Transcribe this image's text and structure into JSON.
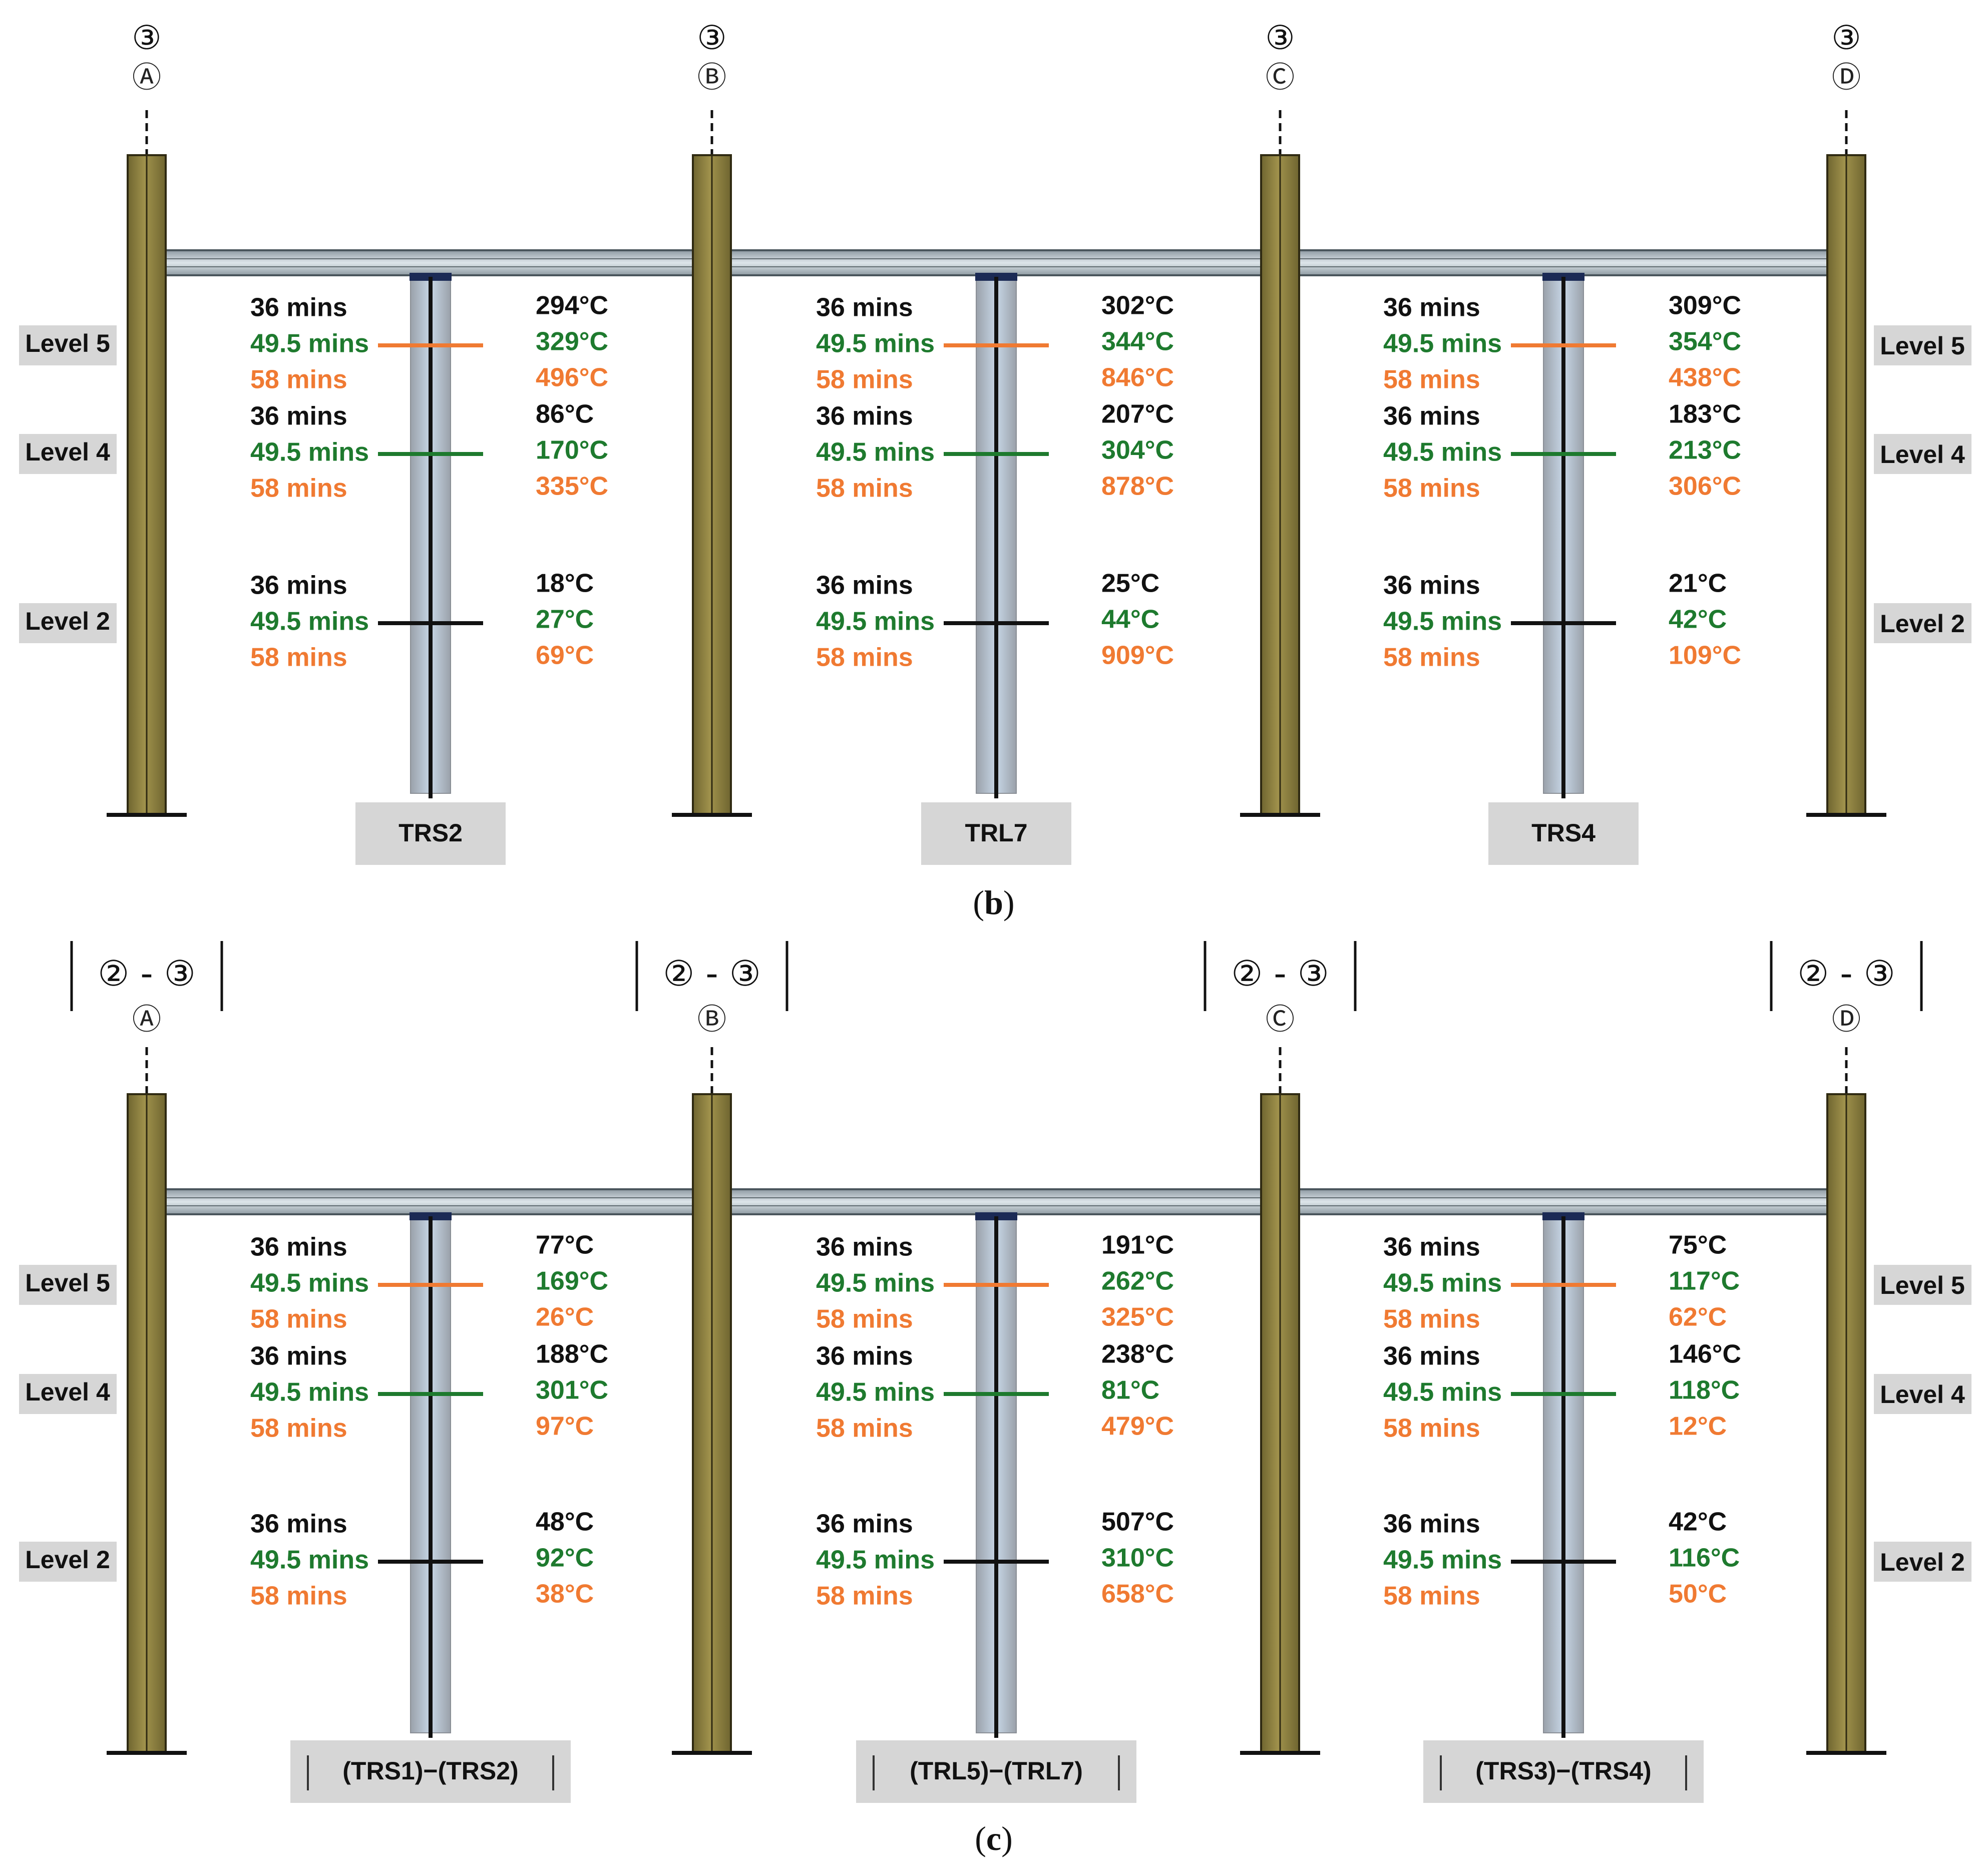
{
  "colors": {
    "t36": "#111111",
    "t49": "#1e7a2e",
    "t58": "#f07a32",
    "column": "#8b7d3e",
    "beam": "#b9c5cc",
    "sensor": "#a9b7c8",
    "label_bg": "#d6d6d6"
  },
  "panels": [
    {
      "caption_open": "(",
      "caption_letter": "b",
      "caption_close": ")",
      "absolute_brackets": false,
      "grid_markers": [
        {
          "num": "③",
          "letter": "Ⓐ"
        },
        {
          "num": "③",
          "letter": "Ⓑ"
        },
        {
          "num": "③",
          "letter": "Ⓒ"
        },
        {
          "num": "③",
          "letter": "Ⓓ"
        }
      ],
      "level_labels_left": [
        "Level 5",
        "Level 4",
        "Level 2"
      ],
      "level_labels_right": [
        "Level 5",
        "Level 4",
        "Level 2"
      ],
      "sensors": [
        {
          "name": "TRS2",
          "levels": [
            {
              "times": [
                "36 mins",
                "49.5 mins",
                "58 mins"
              ],
              "temps": [
                "294°C",
                "329°C",
                "496°C"
              ]
            },
            {
              "times": [
                "36 mins",
                "49.5 mins",
                "58 mins"
              ],
              "temps": [
                "86°C",
                "170°C",
                "335°C"
              ]
            },
            {
              "times": [
                "36 mins",
                "49.5 mins",
                "58 mins"
              ],
              "temps": [
                "18°C",
                "27°C",
                "69°C"
              ]
            }
          ]
        },
        {
          "name": "TRL7",
          "levels": [
            {
              "times": [
                "36 mins",
                "49.5 mins",
                "58 mins"
              ],
              "temps": [
                "302°C",
                "344°C",
                "846°C"
              ]
            },
            {
              "times": [
                "36 mins",
                "49.5 mins",
                "58 mins"
              ],
              "temps": [
                "207°C",
                "304°C",
                "878°C"
              ]
            },
            {
              "times": [
                "36 mins",
                "49.5 mins",
                "58 mins"
              ],
              "temps": [
                "25°C",
                "44°C",
                "909°C"
              ]
            }
          ]
        },
        {
          "name": "TRS4",
          "levels": [
            {
              "times": [
                "36 mins",
                "49.5 mins",
                "58 mins"
              ],
              "temps": [
                "309°C",
                "354°C",
                "438°C"
              ]
            },
            {
              "times": [
                "36 mins",
                "49.5 mins",
                "58 mins"
              ],
              "temps": [
                "183°C",
                "213°C",
                "306°C"
              ]
            },
            {
              "times": [
                "36 mins",
                "49.5 mins",
                "58 mins"
              ],
              "temps": [
                "21°C",
                "42°C",
                "109°C"
              ]
            }
          ]
        }
      ]
    },
    {
      "caption_open": "(",
      "caption_letter": "c",
      "caption_close": ")",
      "absolute_brackets": true,
      "grid_markers": [
        {
          "num": "② - ③",
          "letter": "Ⓐ"
        },
        {
          "num": "② - ③",
          "letter": "Ⓑ"
        },
        {
          "num": "② - ③",
          "letter": "Ⓒ"
        },
        {
          "num": "② - ③",
          "letter": "Ⓓ"
        }
      ],
      "level_labels_left": [
        "Level 5",
        "Level 4",
        "Level 2"
      ],
      "level_labels_right": [
        "Level 5",
        "Level 4",
        "Level 2"
      ],
      "sensors": [
        {
          "name": "(TRS1)−(TRS2)",
          "levels": [
            {
              "times": [
                "36 mins",
                "49.5 mins",
                "58 mins"
              ],
              "temps": [
                "77°C",
                "169°C",
                "26°C"
              ]
            },
            {
              "times": [
                "36 mins",
                "49.5 mins",
                "58 mins"
              ],
              "temps": [
                "188°C",
                "301°C",
                "97°C"
              ]
            },
            {
              "times": [
                "36 mins",
                "49.5 mins",
                "58 mins"
              ],
              "temps": [
                "48°C",
                "92°C",
                "38°C"
              ]
            }
          ]
        },
        {
          "name": "(TRL5)−(TRL7)",
          "levels": [
            {
              "times": [
                "36 mins",
                "49.5 mins",
                "58 mins"
              ],
              "temps": [
                "191°C",
                "262°C",
                "325°C"
              ]
            },
            {
              "times": [
                "36 mins",
                "49.5 mins",
                "58 mins"
              ],
              "temps": [
                "238°C",
                "81°C",
                "479°C"
              ]
            },
            {
              "times": [
                "36 mins",
                "49.5 mins",
                "58 mins"
              ],
              "temps": [
                "507°C",
                "310°C",
                "658°C"
              ]
            }
          ]
        },
        {
          "name": "(TRS3)−(TRS4)",
          "levels": [
            {
              "times": [
                "36 mins",
                "49.5 mins",
                "58 mins"
              ],
              "temps": [
                "75°C",
                "117°C",
                "62°C"
              ]
            },
            {
              "times": [
                "36 mins",
                "49.5 mins",
                "58 mins"
              ],
              "temps": [
                "146°C",
                "118°C",
                "12°C"
              ]
            },
            {
              "times": [
                "36 mins",
                "49.5 mins",
                "58 mins"
              ],
              "temps": [
                "42°C",
                "116°C",
                "50°C"
              ]
            }
          ]
        }
      ]
    }
  ]
}
